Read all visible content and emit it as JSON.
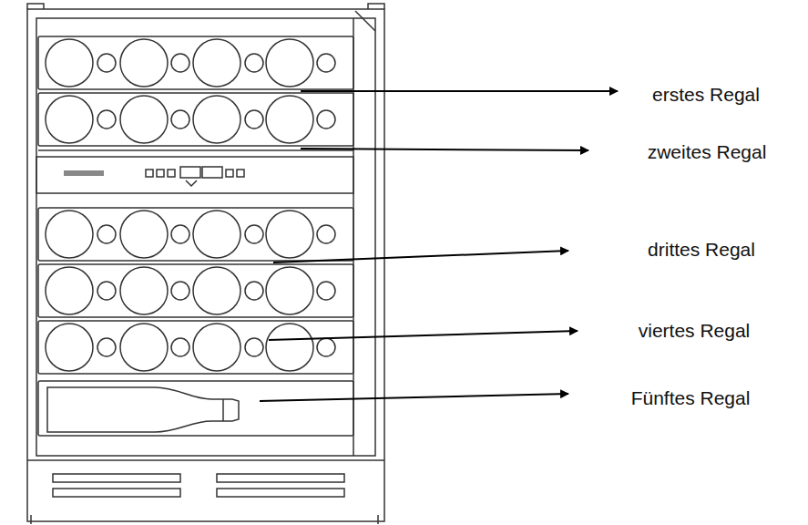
{
  "diagram": {
    "labels": [
      "erstes Regal",
      "zweites Regal",
      "drittes Regal",
      "viertes Regal",
      "Fünftes Regal"
    ]
  }
}
